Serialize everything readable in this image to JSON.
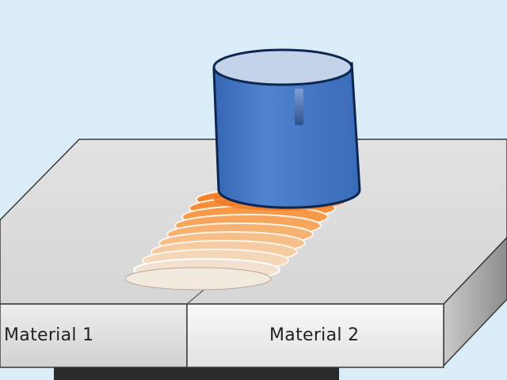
{
  "diagram": {
    "materials": [
      {
        "label": "Material 1"
      },
      {
        "label": "Material 2"
      }
    ],
    "colors": {
      "background": "#d9ecf8",
      "plate_top": "#e6e6e6",
      "plate_front": "#f0f0f0",
      "plate_side": "#9e9e9e",
      "backing_bar": "#2b2b2b",
      "tool_body": "#4a7bc8",
      "tool_top": "#c5d3ea",
      "tool_outline": "#0d2750",
      "weld_hot": "#f5822a",
      "weld_cool": "#f7ede4"
    },
    "icons": {
      "tool": "rotating-pin-tool",
      "weld": "weld-bead-ripples"
    }
  }
}
